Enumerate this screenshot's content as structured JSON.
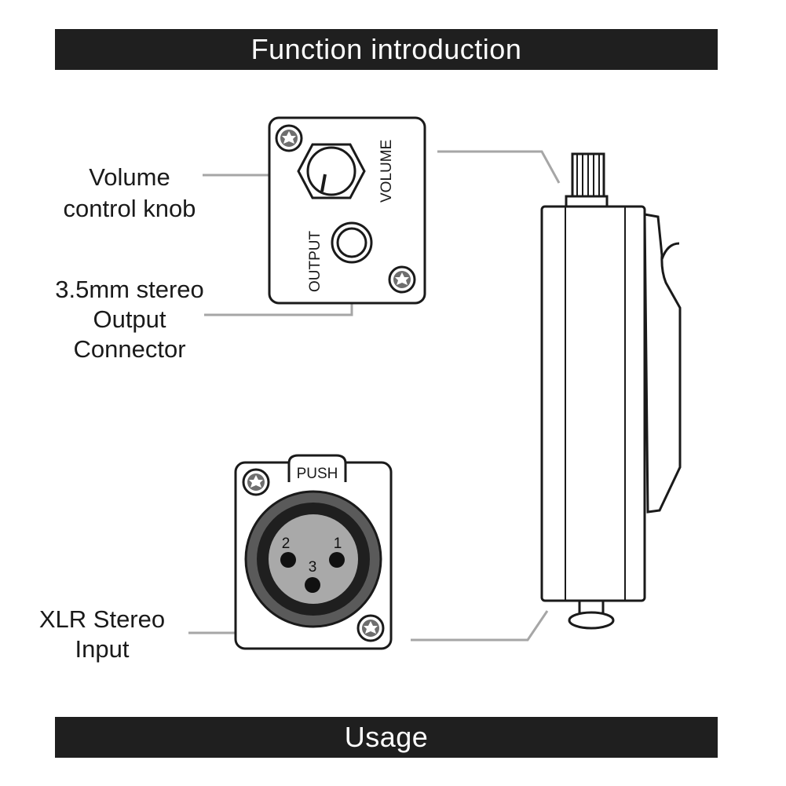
{
  "header": {
    "title": "Function introduction"
  },
  "footer": {
    "title": "Usage"
  },
  "callouts": {
    "volume": {
      "line1": "Volume",
      "line2": "control knob"
    },
    "output": {
      "line1": "3.5mm stereo",
      "line2": "Output",
      "line3": "Connector"
    },
    "xlr": {
      "line1": "XLR Stereo",
      "line2": "Input"
    }
  },
  "panel_top": {
    "volume_text": "VOLUME",
    "output_text": "OUTPUT"
  },
  "panel_xlr": {
    "push_text": "PUSH",
    "pin1": "1",
    "pin2": "2",
    "pin3": "3"
  },
  "colors": {
    "banner": "#1f1f1f",
    "leader_line": "#a6a6a6",
    "xlr_ring": "#5a5a5a",
    "xlr_face": "#a9a9a9"
  },
  "icons": [
    "screw-icon",
    "knob-icon",
    "jack-icon",
    "xlr-socket-icon",
    "device-side-view"
  ]
}
